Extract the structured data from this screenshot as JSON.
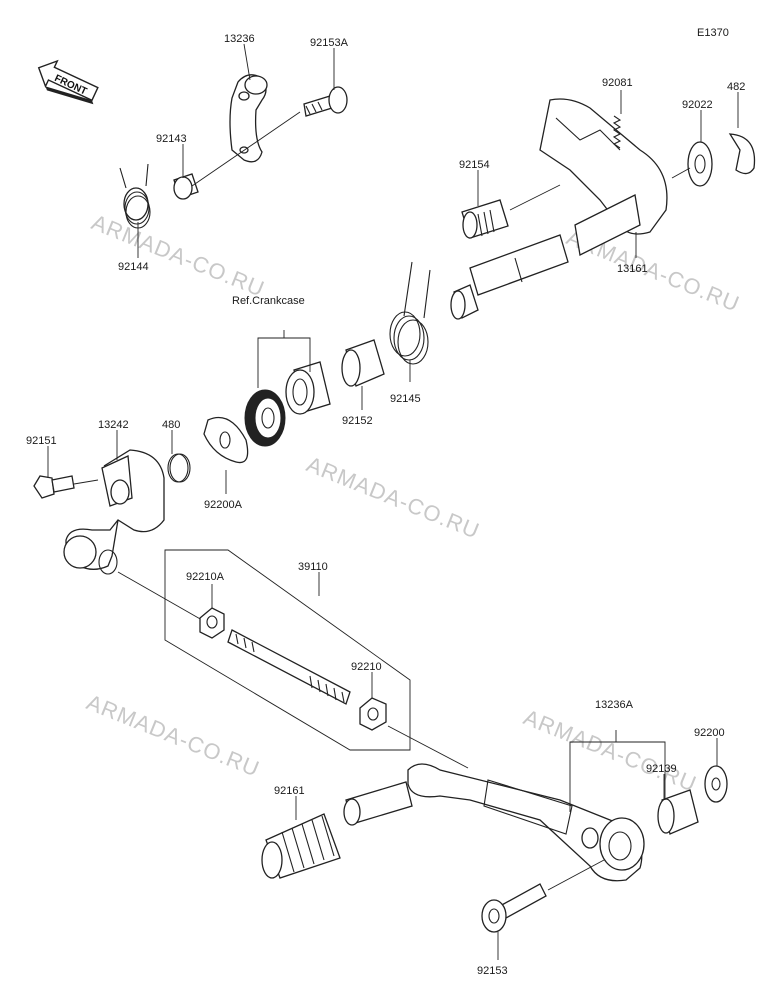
{
  "diagram": {
    "code": "E1370",
    "front_label": "FRONT",
    "ref_label": "Ref.Crankcase",
    "watermark": "ARMADA-CO.RU",
    "parts": [
      {
        "id": "p13236",
        "number": "13236"
      },
      {
        "id": "p92153A",
        "number": "92153A"
      },
      {
        "id": "p92143",
        "number": "92143"
      },
      {
        "id": "p92144",
        "number": "92144"
      },
      {
        "id": "p92081",
        "number": "92081"
      },
      {
        "id": "p482",
        "number": "482"
      },
      {
        "id": "p92022",
        "number": "92022"
      },
      {
        "id": "p92154",
        "number": "92154"
      },
      {
        "id": "p13161",
        "number": "13161"
      },
      {
        "id": "p92145",
        "number": "92145"
      },
      {
        "id": "p92152",
        "number": "92152"
      },
      {
        "id": "p92151",
        "number": "92151"
      },
      {
        "id": "p13242",
        "number": "13242"
      },
      {
        "id": "p480",
        "number": "480"
      },
      {
        "id": "p92200A",
        "number": "92200A"
      },
      {
        "id": "p92210A",
        "number": "92210A"
      },
      {
        "id": "p39110",
        "number": "39110"
      },
      {
        "id": "p92210",
        "number": "92210"
      },
      {
        "id": "p13236A",
        "number": "13236A"
      },
      {
        "id": "p92200",
        "number": "92200"
      },
      {
        "id": "p92139",
        "number": "92139"
      },
      {
        "id": "p92161",
        "number": "92161"
      },
      {
        "id": "p92153",
        "number": "92153"
      }
    ]
  }
}
